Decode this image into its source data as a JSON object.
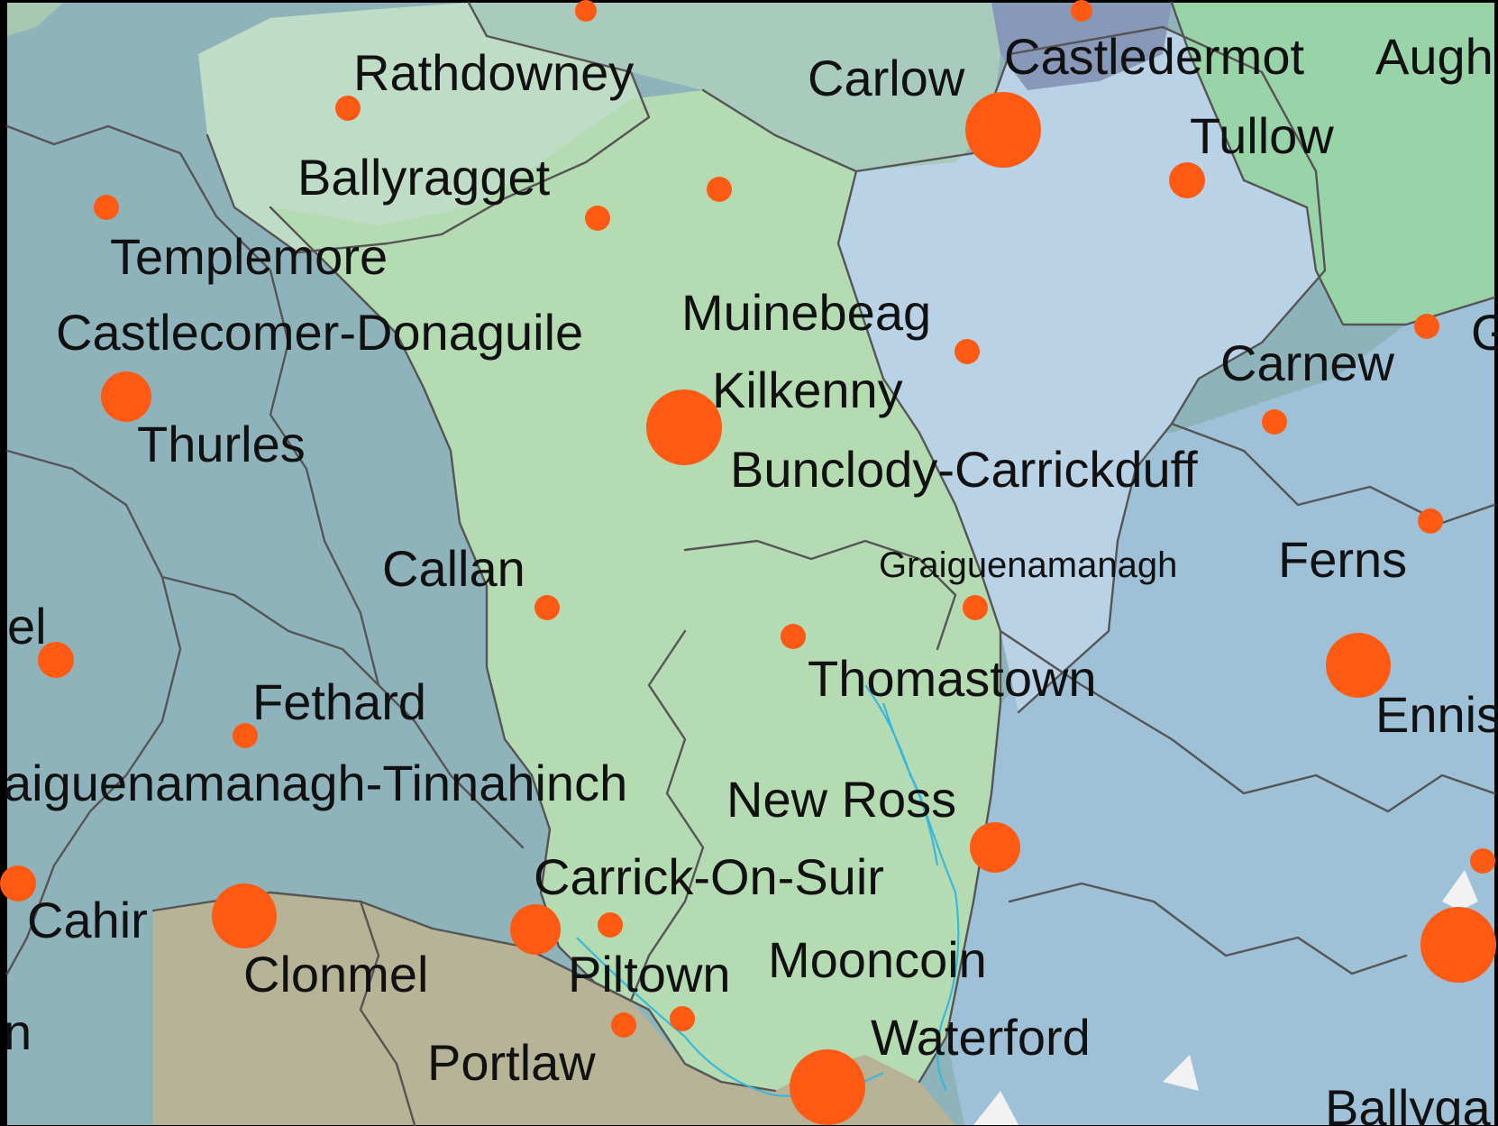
{
  "colors": {
    "frame": "#000000",
    "kilkenny_green": "#b5dbb2",
    "laois_green": "#bfddc6",
    "carlow_sage": "#a9cbbd",
    "kildare_slate": "#8798b8",
    "wicklow_green": "#98d4a8",
    "carlow_light_blue": "#b9d2e6",
    "wexford_blue": "#9ec1d8",
    "tipperary_teal": "#8fb3bb",
    "waterford_tan": "#b6b397",
    "boundary": "#555555",
    "river": "#39b8dc",
    "town_marker": "#ff5a14",
    "label_text": "#111111"
  },
  "towns": [
    {
      "name": "Rathdowney",
      "size": "small"
    },
    {
      "name": "Carlow",
      "size": "large"
    },
    {
      "name": "Castledermot",
      "size": "small"
    },
    {
      "name": "Augh",
      "size": "small"
    },
    {
      "name": "Tullow",
      "size": "small"
    },
    {
      "name": "Ballyragget",
      "size": "small"
    },
    {
      "name": "Templemore",
      "size": "small"
    },
    {
      "name": "Castlecomer-Donaguile",
      "size": "small"
    },
    {
      "name": "Muinebeag",
      "size": "small"
    },
    {
      "name": "Carnew",
      "size": "small"
    },
    {
      "name": "Kilkenny",
      "size": "large"
    },
    {
      "name": "Thurles",
      "size": "medium"
    },
    {
      "name": "Bunclody-Carrickduff",
      "size": "small"
    },
    {
      "name": "Callan",
      "size": "small"
    },
    {
      "name": "Graiguenamanagh",
      "size": "small"
    },
    {
      "name": "Ferns",
      "size": "small"
    },
    {
      "name": "el",
      "size": "small"
    },
    {
      "name": "Thomastown",
      "size": "small"
    },
    {
      "name": "Fethard",
      "size": "small"
    },
    {
      "name": "Ennis",
      "size": "large"
    },
    {
      "name": "aiguenamanagh-Tinnahinch",
      "size": "small"
    },
    {
      "name": "New Ross",
      "size": "medium"
    },
    {
      "name": "Carrick-On-Suir",
      "size": "small"
    },
    {
      "name": "Cahir",
      "size": "small"
    },
    {
      "name": "Clonmel",
      "size": "large"
    },
    {
      "name": "Piltown",
      "size": "small"
    },
    {
      "name": "Mooncoin",
      "size": "small"
    },
    {
      "name": "Waterford",
      "size": "large"
    },
    {
      "name": "Portlaw",
      "size": "small"
    },
    {
      "name": "n",
      "size": "small"
    },
    {
      "name": "Ballyga",
      "size": "small"
    },
    {
      "name": "G",
      "size": "small"
    }
  ]
}
